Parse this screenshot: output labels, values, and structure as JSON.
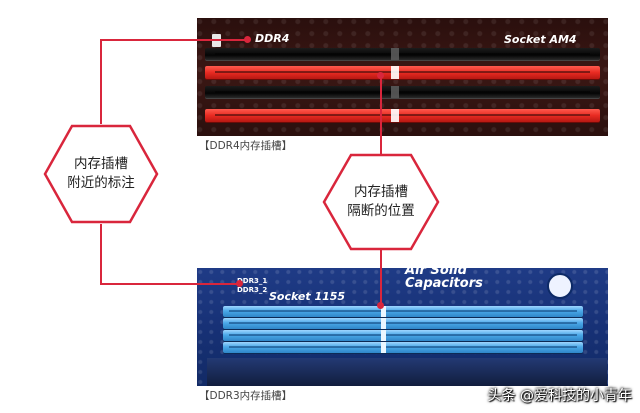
{
  "ddr4_photo": {
    "label_left": "DDR4",
    "label_right": "Socket AM4",
    "caption": "【DDR4内存插槽】"
  },
  "ddr3_photo": {
    "label_top": "Air Solid",
    "label_top2": "Capacitors",
    "label_socket": "Socket 1155",
    "slot_label_1": "DDR3_1",
    "slot_label_2": "DDR3_2",
    "caption": "【DDR3内存插槽】"
  },
  "callout_left": {
    "line1": "内存插槽",
    "line2": "附近的标注"
  },
  "callout_right": {
    "line1": "内存插槽",
    "line2": "隔断的位置"
  },
  "watermark": "头条 @爱科技的小青年",
  "colors": {
    "accent": "#d9263c",
    "ddr4_slot_red": "#e82b22",
    "ddr3_slot_blue": "#4aa8e8"
  }
}
